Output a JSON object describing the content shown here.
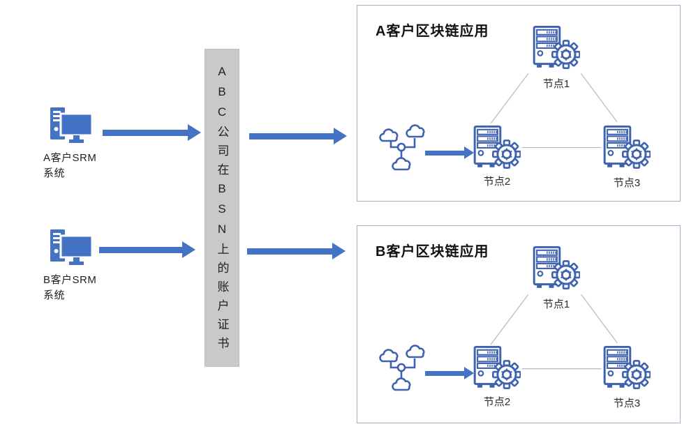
{
  "colors": {
    "accent_blue": "#4472C4",
    "icon_outline_blue": "#3F62B0",
    "box_border": "#9FAFC6",
    "certificate_bar_gray": "#C9C9C9",
    "connection_line_gray": "#AEB9C9",
    "text": "#262626"
  },
  "left_systems": [
    {
      "line1": "A客户SRM",
      "line2": "系统"
    },
    {
      "line1": "B客户SRM",
      "line2": "系统"
    }
  ],
  "certificate_bar": {
    "text": "ABC公司在BSN上的账户证书"
  },
  "app_boxes": [
    {
      "title": "A客户区块链应用",
      "nodes": {
        "n1": "节点1",
        "n2": "节点2",
        "n3": "节点3"
      }
    },
    {
      "title": "B客户区块链应用",
      "nodes": {
        "n1": "节点1",
        "n2": "节点2",
        "n3": "节点3"
      }
    }
  ],
  "icons": {
    "system": "desktop-computer-icon",
    "source": "cloud-network-icon",
    "node": "server-gear-icon"
  }
}
